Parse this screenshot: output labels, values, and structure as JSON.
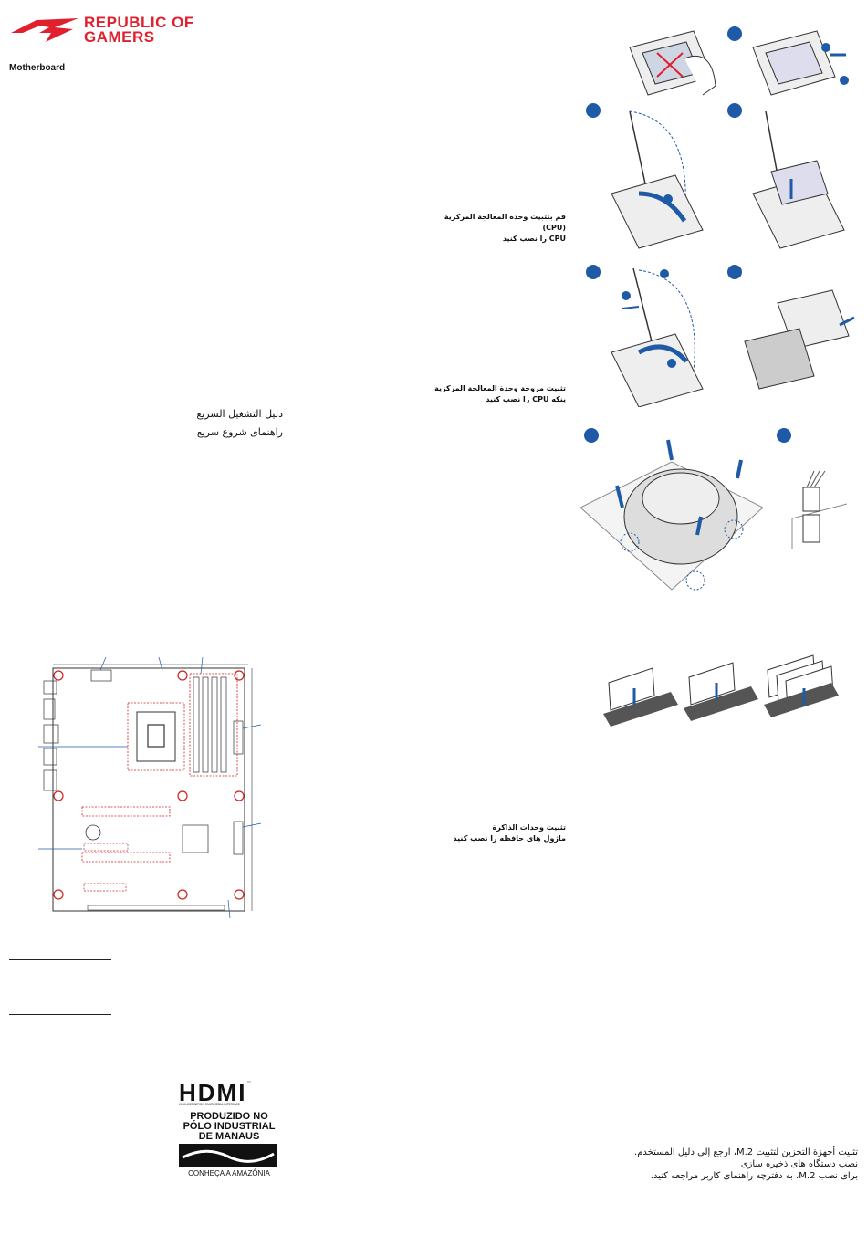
{
  "header": {
    "brand_line1": "REPUBLIC OF",
    "brand_line2": "GAMERS",
    "subtitle": "Motherboard"
  },
  "guide_titles": [
    "دليل التشغيل السريع",
    "راهنمای شروع سریع"
  ],
  "steps": {
    "cpu_ar": "قم بتثبيت وحدة المعالجة المركزية (CPU)",
    "cpu_fa": "CPU را نصب كنيد",
    "fan_ar": "تثبيت مروحة وحدة المعالجة المركزية",
    "fan_fa": "پنكه CPU را نصب كنيد",
    "mem_ar": "تثبيت وحدات الذاكرة",
    "mem_fa": "ماژول های حافظه را نصب كنيد"
  },
  "m2": {
    "line1": "تثبيت أجهزة التخزين لتثبيت M.2، ارجع إلى دليل المستخدم.",
    "line2": "نصب دستگاه های ذخیره سازی",
    "line3": "برای نصب M.2، به دفترچه راهنمای کاربر مراجعه کنید."
  },
  "logos": {
    "hdmi": "HDMI",
    "hdmi_tm": "™",
    "hdmi_tag": "HIGH-DEFINITION MULTIMEDIA INTERFACE",
    "manaus1": "PRODUZIDO NO",
    "manaus2": "PÓLO INDUSTRIAL",
    "manaus3": "DE MANAUS",
    "manaus4": "CONHEÇA A AMAZÔNIA"
  },
  "colors": {
    "brand_red": "#e0202e",
    "step_blue": "#1f5aa6"
  }
}
